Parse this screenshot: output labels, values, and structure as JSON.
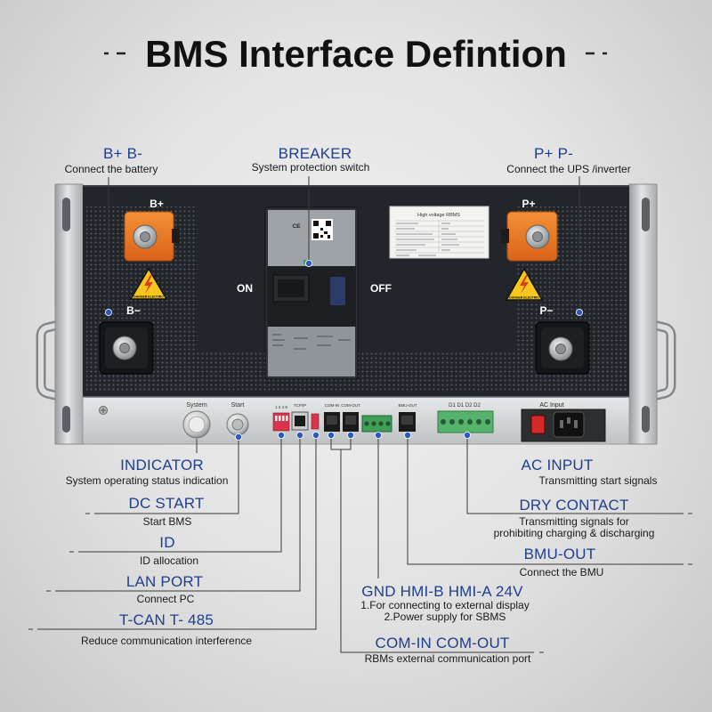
{
  "title": "BMS Interface Defintion",
  "colors": {
    "label_blue": "#1d3f8f",
    "connector_dot": "#2b57c9",
    "terminal_orange": "#e8761f",
    "warning_yellow": "#f5c61c",
    "device_dark": "#22252a"
  },
  "top_callouts": {
    "battery": {
      "label": "B+ B-",
      "desc": "Connect the battery"
    },
    "breaker": {
      "label": "BREAKER",
      "desc": "System protection switch"
    },
    "output": {
      "label": "P+ P-",
      "desc": "Connect the UPS /inverter"
    }
  },
  "device": {
    "terminals": {
      "b_plus": "B+",
      "b_minus": "B−",
      "p_plus": "P+",
      "p_minus": "P−"
    },
    "breaker": {
      "on": "ON",
      "off": "OFF",
      "mark": "CE"
    },
    "nameplate_title": "High voltage RBMS",
    "warning_label": "DANGER ELECTRIC",
    "panel": {
      "system": "System",
      "start": "Start",
      "dip": "1 2 4 8",
      "tcpip": "TCP/IP",
      "com_in": "COM-IN",
      "com_out": "COM-OUT",
      "bmu_out": "BMU-OUT",
      "dry": "D1 D1 D2 D2",
      "ac_input": "AC Input"
    },
    "icons": [
      "battery-terminal-icon",
      "breaker-icon",
      "warning-triangle-icon",
      "power-socket-icon"
    ]
  },
  "bottom_callouts": {
    "indicator": {
      "label": "INDICATOR",
      "desc": "System operating status indication"
    },
    "dc_start": {
      "label": "DC START",
      "desc": "Start BMS"
    },
    "id": {
      "label": "ID",
      "desc": "ID allocation"
    },
    "lan_port": {
      "label": "LAN PORT",
      "desc": "Connect PC"
    },
    "tcan": {
      "label": "T-CAN T- 485",
      "desc": "Reduce communication interference"
    },
    "hmi": {
      "label": "GND HMI-B HMI-A 24V",
      "desc": [
        "1.For connecting to external display",
        "2.Power supply for SBMS"
      ]
    },
    "com": {
      "label": "COM-IN COM-OUT",
      "desc": "RBMs external communication port"
    },
    "ac_input": {
      "label": "AC INPUT",
      "desc": "Transmitting start signals"
    },
    "dry_contact": {
      "label": "DRY CONTACT",
      "desc": [
        "Transmitting signals for",
        "prohibiting charging & discharging"
      ]
    },
    "bmu_out": {
      "label": "BMU-OUT",
      "desc": "Connect the BMU"
    }
  }
}
